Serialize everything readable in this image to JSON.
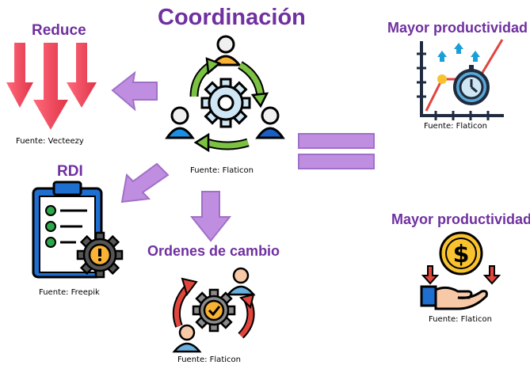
{
  "center": {
    "title": "Coordinación",
    "source": "Fuente: Flaticon"
  },
  "reduce": {
    "title": "Reduce",
    "source": "Fuente: Vecteezy"
  },
  "rdi": {
    "title": "RDI",
    "source": "Fuente: Freepik"
  },
  "ordenes": {
    "title": "Ordenes de cambio",
    "source": "Fuente: Flaticon"
  },
  "productividad_chart": {
    "title": "Mayor productividad",
    "source": "Fuente: Flaticon"
  },
  "productividad_money": {
    "title": "Mayor productividad",
    "source": "Fuente: Flaticon"
  },
  "colors": {
    "title": "#7030a0",
    "arrow": "#c08ee0",
    "arrow_stroke": "#a070c8"
  }
}
